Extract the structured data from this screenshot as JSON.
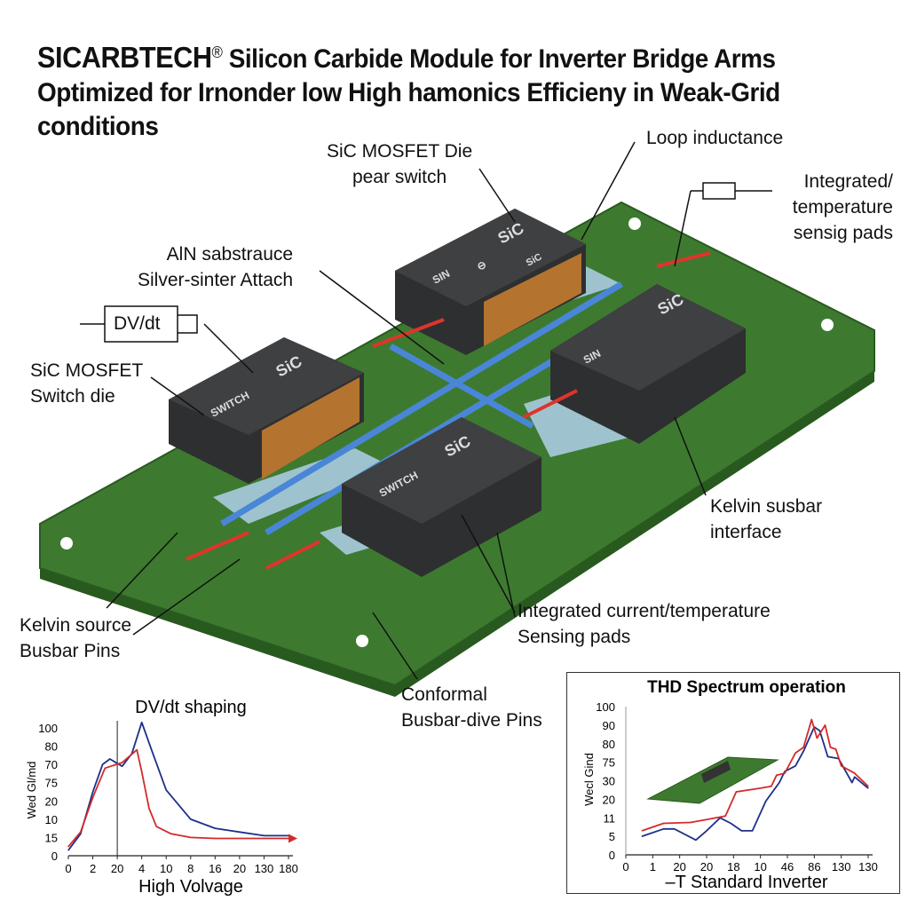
{
  "title": {
    "brand": "SICARBTECH",
    "registered": "®",
    "line1_rest": "Silicon Carbide Module for Inverter Bridge Arms",
    "line2": "Optimized for Irnonder low High hamonics Efficieny in Weak-Grid",
    "line3": "conditions"
  },
  "callouts": {
    "loop_inductance": "Loop inductance",
    "die_top": [
      "SiC MOSFET Die",
      "pear switch"
    ],
    "temp_pads": [
      "Integrated/",
      "temperature",
      "sensig pads"
    ],
    "aln": [
      "AlN sabstrauce",
      "Silver-sinter Attach"
    ],
    "dvdt_box": "DV/dt",
    "switch_die": [
      "SiC MOSFET",
      "Switch die"
    ],
    "kelvin_busbar": [
      "Kelvin susbar",
      "interface"
    ],
    "current_pads": [
      "Integrated current/temperature",
      "Sensing pads"
    ],
    "kelvin_source": [
      "Kelvin source",
      "Busbar Pins"
    ],
    "conformal": [
      "Conformal",
      "Busbar-dive Pins"
    ]
  },
  "chip_marking": {
    "top": "SiC",
    "sub": "SiC",
    "name": "SIN",
    "type": "SWITCH",
    "sym": "⊖"
  },
  "colors": {
    "board": "#3d7a2f",
    "chip": "#3a3b3d",
    "busbar": "#4a86d8",
    "arrow": "#e0342a",
    "blue_line": "#1e2f8a",
    "red_line": "#d42a2a"
  },
  "chart_data": [
    {
      "type": "line",
      "title": "DV/dt shaping",
      "xlabel": "High Volvage",
      "ylabel": "Wed Gl/md",
      "x_ticks": [
        "0",
        "2",
        "20",
        "4",
        "10",
        "8",
        "16",
        "20",
        "130",
        "180"
      ],
      "y_ticks": [
        "0",
        "15",
        "10",
        "20",
        "75",
        "70",
        "80",
        "100"
      ],
      "series": [
        {
          "name": "blue",
          "color": "#1e2f8a",
          "points": [
            [
              0,
              0.3
            ],
            [
              0.5,
              1.2
            ],
            [
              1,
              3.5
            ],
            [
              1.4,
              5.0
            ],
            [
              1.7,
              5.3
            ],
            [
              2.2,
              4.9
            ],
            [
              2.6,
              5.6
            ],
            [
              3,
              7.3
            ],
            [
              3.4,
              5.8
            ],
            [
              4,
              3.6
            ],
            [
              5,
              2.0
            ],
            [
              6,
              1.5
            ],
            [
              7,
              1.3
            ],
            [
              8,
              1.1
            ],
            [
              9,
              1.1
            ]
          ]
        },
        {
          "name": "red",
          "color": "#d42a2a",
          "points": [
            [
              0,
              0.5
            ],
            [
              0.5,
              1.3
            ],
            [
              1,
              3.2
            ],
            [
              1.5,
              4.8
            ],
            [
              2.2,
              5.1
            ],
            [
              2.8,
              5.8
            ],
            [
              3,
              4.6
            ],
            [
              3.3,
              2.6
            ],
            [
              3.6,
              1.6
            ],
            [
              4.2,
              1.2
            ],
            [
              5,
              1.0
            ],
            [
              6,
              0.95
            ],
            [
              7,
              0.95
            ],
            [
              8,
              0.95
            ],
            [
              9,
              0.95
            ]
          ]
        }
      ],
      "vline_at_x_tick": 2
    },
    {
      "type": "line",
      "title": "THD Spectrum operation",
      "xlabel": "–T Standard Inverter",
      "ylabel": "Wecl Gind",
      "x_ticks": [
        "0",
        "1",
        "20",
        "20",
        "18",
        "10",
        "46",
        "86",
        "130",
        "130"
      ],
      "y_ticks": [
        "0",
        "5",
        "11",
        "20",
        "30",
        "75",
        "80",
        "90",
        "100"
      ],
      "series": [
        {
          "name": "blue",
          "color": "#1e2f8a",
          "points": [
            [
              0.6,
              1.0
            ],
            [
              1.4,
              1.4
            ],
            [
              1.8,
              1.4
            ],
            [
              2.6,
              0.8
            ],
            [
              3.0,
              1.3
            ],
            [
              3.5,
              2.0
            ],
            [
              3.9,
              1.7
            ],
            [
              4.3,
              1.3
            ],
            [
              4.7,
              1.3
            ],
            [
              5.2,
              2.9
            ],
            [
              5.7,
              3.9
            ],
            [
              5.9,
              4.5
            ],
            [
              6.3,
              4.8
            ],
            [
              6.6,
              5.6
            ],
            [
              7.0,
              6.9
            ],
            [
              7.2,
              6.7
            ],
            [
              7.5,
              5.3
            ],
            [
              7.9,
              5.2
            ],
            [
              8.4,
              3.9
            ],
            [
              8.5,
              4.2
            ],
            [
              9.0,
              3.6
            ]
          ]
        },
        {
          "name": "red",
          "color": "#d42a2a",
          "points": [
            [
              0.6,
              1.3
            ],
            [
              1.4,
              1.7
            ],
            [
              2.4,
              1.75
            ],
            [
              3.0,
              1.9
            ],
            [
              3.7,
              2.1
            ],
            [
              4.1,
              3.4
            ],
            [
              5.0,
              3.6
            ],
            [
              5.4,
              3.7
            ],
            [
              5.6,
              4.3
            ],
            [
              5.9,
              4.4
            ],
            [
              6.3,
              5.5
            ],
            [
              6.6,
              5.8
            ],
            [
              6.9,
              7.3
            ],
            [
              7.1,
              6.3
            ],
            [
              7.4,
              7.0
            ],
            [
              7.6,
              5.8
            ],
            [
              7.8,
              5.7
            ],
            [
              8.0,
              4.8
            ],
            [
              8.5,
              4.4
            ],
            [
              9.0,
              3.7
            ]
          ]
        }
      ]
    }
  ]
}
